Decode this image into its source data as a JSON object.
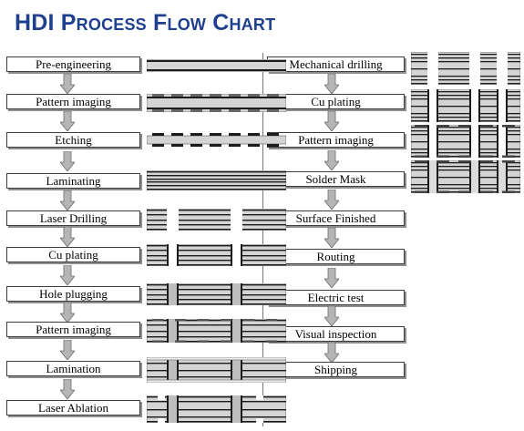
{
  "title": "HDI Process Flow Chart",
  "left_steps": [
    "Pre-engineering",
    "Pattern imaging",
    "Etching",
    "Laminating",
    "Laser Drilling",
    "Cu plating",
    "Hole plugging",
    "Pattern imaging",
    "Lamination",
    "Laser Ablation"
  ],
  "right_steps": [
    "Mechanical  drilling",
    "Cu plating",
    "Pattern imaging",
    "Solder Mask",
    "Surface Finished",
    "Routing",
    "Electric test",
    "Visual inspection",
    "Shipping"
  ],
  "colors": {
    "title": "#1f3f8f",
    "arrow": "#b5b5b5",
    "copper": "#1b1b1b",
    "laminate": "#d4d4d4",
    "plating": "#ececec"
  }
}
